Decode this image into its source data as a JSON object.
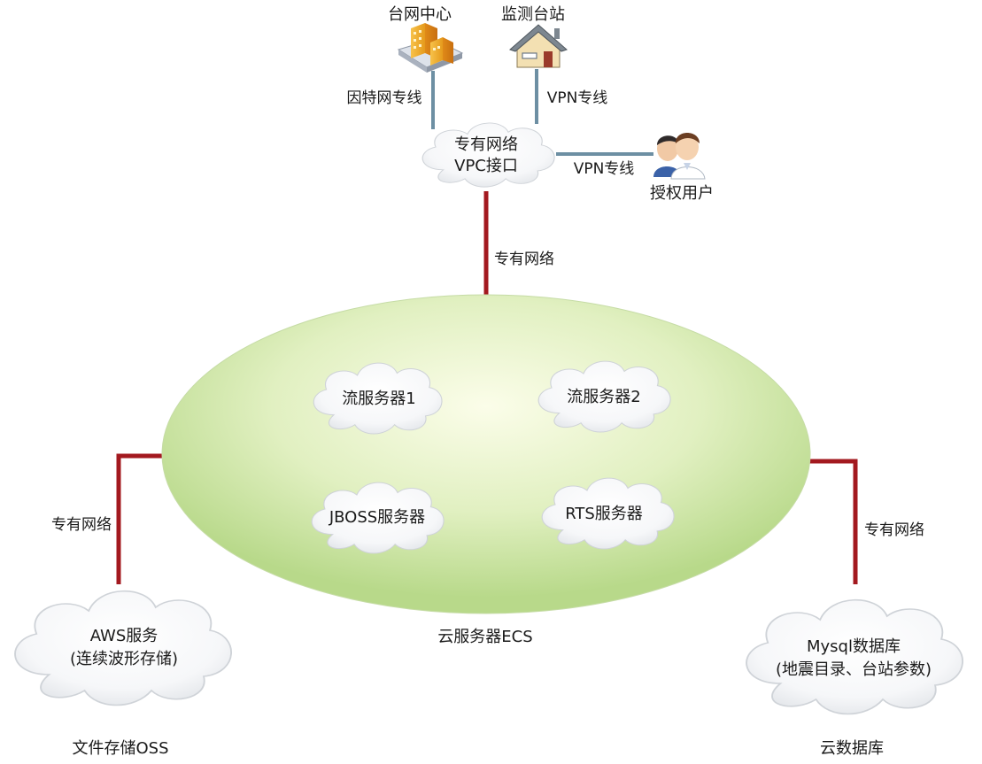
{
  "nodes": {
    "network_center": {
      "label": "台网中心"
    },
    "monitoring_station": {
      "label": "监测台站"
    },
    "authorized_user": {
      "label": "授权用户"
    },
    "vpc": {
      "line1": "专有网络",
      "line2": "VPC接口"
    },
    "ecs": {
      "label": "云服务器ECS"
    },
    "stream_server_1": {
      "label": "流服务器1"
    },
    "stream_server_2": {
      "label": "流服务器2"
    },
    "jboss_server": {
      "label": "JBOSS服务器"
    },
    "rts_server": {
      "label": "RTS服务器"
    },
    "aws": {
      "line1": "AWS服务",
      "line2": "(连续波形存储)",
      "caption": "文件存储OSS"
    },
    "mysql": {
      "line1": "Mysql数据库",
      "line2": "(地震目录、台站参数)",
      "caption": "云数据库"
    }
  },
  "links": {
    "center_to_vpc": "因特网专线",
    "station_to_vpc": "VPN专线",
    "user_to_vpc": "VPN专线",
    "vpc_to_ecs": "专有网络",
    "ecs_to_aws": "专有网络",
    "ecs_to_mysql": "专有网络"
  },
  "colors": {
    "external_link": "#6d8fa3",
    "private_link": "#a3191f",
    "ecs_fill_light": "#fbfde9",
    "ecs_fill_dark": "#b8d98a"
  }
}
